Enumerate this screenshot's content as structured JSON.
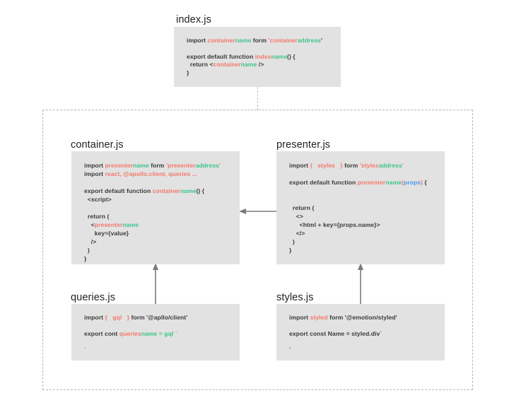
{
  "diagram": {
    "type": "architecture-flow",
    "background": "#ffffff",
    "code_block_background": "#e2e2e2",
    "frame_border_color": "#b5b5b5",
    "colors": {
      "keyword_default": "#3b3b3b",
      "identifier_red": "#f4796b",
      "identifier_green": "#3ec48c",
      "identifier_blue": "#4a9bf0",
      "arrow": "#7a7a7a"
    }
  },
  "files": {
    "index": {
      "title": "index.js",
      "lines": [
        [
          {
            "t": "import ",
            "c": "d"
          },
          {
            "t": "container",
            "c": "r"
          },
          {
            "t": "name",
            "c": "g"
          },
          {
            "t": " form ",
            "c": "d"
          },
          {
            "t": "'",
            "c": "r"
          },
          {
            "t": "container",
            "c": "r"
          },
          {
            "t": "address",
            "c": "g"
          },
          {
            "t": "'",
            "c": "d"
          }
        ],
        [],
        [
          {
            "t": "export default function ",
            "c": "d"
          },
          {
            "t": "index",
            "c": "r"
          },
          {
            "t": "name",
            "c": "g"
          },
          {
            "t": "() {",
            "c": "d"
          }
        ],
        [
          {
            "t": "  return <",
            "c": "d"
          },
          {
            "t": "container",
            "c": "r"
          },
          {
            "t": "name",
            "c": "g"
          },
          {
            "t": " />",
            "c": "d"
          }
        ],
        [
          {
            "t": "}",
            "c": "d"
          }
        ]
      ]
    },
    "container": {
      "title": "container.js",
      "lines": [
        [
          {
            "t": "import ",
            "c": "d"
          },
          {
            "t": "presenter",
            "c": "r"
          },
          {
            "t": "name",
            "c": "g"
          },
          {
            "t": " form ",
            "c": "d"
          },
          {
            "t": "'",
            "c": "r"
          },
          {
            "t": "presenter",
            "c": "r"
          },
          {
            "t": "address",
            "c": "g"
          },
          {
            "t": "'",
            "c": "r"
          }
        ],
        [
          {
            "t": "import ",
            "c": "d"
          },
          {
            "t": "react, @apollo.client, queries ...",
            "c": "r"
          }
        ],
        [],
        [
          {
            "t": "export default function ",
            "c": "d"
          },
          {
            "t": "container",
            "c": "r"
          },
          {
            "t": "name",
            "c": "g"
          },
          {
            "t": "() {",
            "c": "d"
          }
        ],
        [
          {
            "t": "  <script>",
            "c": "d"
          }
        ],
        [],
        [
          {
            "t": "  return (",
            "c": "d"
          }
        ],
        [
          {
            "t": "    <",
            "c": "d"
          },
          {
            "t": "presenter",
            "c": "r"
          },
          {
            "t": "name",
            "c": "g"
          }
        ],
        [
          {
            "t": "      key={value}",
            "c": "d"
          }
        ],
        [
          {
            "t": "    />",
            "c": "d"
          }
        ],
        [
          {
            "t": "  )",
            "c": "d"
          }
        ],
        [
          {
            "t": "}",
            "c": "d"
          }
        ]
      ]
    },
    "presenter": {
      "title": "presenter.js",
      "lines": [
        [
          {
            "t": "import ",
            "c": "d"
          },
          {
            "t": "{",
            "c": "r"
          },
          {
            "t": "   ",
            "c": "d"
          },
          {
            "t": "styles",
            "c": "r"
          },
          {
            "t": "   ",
            "c": "d"
          },
          {
            "t": "}",
            "c": "r"
          },
          {
            "t": " form ",
            "c": "d"
          },
          {
            "t": "'",
            "c": "r"
          },
          {
            "t": "styles",
            "c": "r"
          },
          {
            "t": "address",
            "c": "g"
          },
          {
            "t": "'",
            "c": "r"
          }
        ],
        [],
        [
          {
            "t": "export default function ",
            "c": "d"
          },
          {
            "t": "presenter",
            "c": "r"
          },
          {
            "t": "name",
            "c": "g"
          },
          {
            "t": "(",
            "c": "r"
          },
          {
            "t": "props",
            "c": "b"
          },
          {
            "t": ")",
            "c": "r"
          },
          {
            "t": " {",
            "c": "d"
          }
        ],
        [],
        [],
        [
          {
            "t": "  return (",
            "c": "d"
          }
        ],
        [
          {
            "t": "    <>",
            "c": "d"
          }
        ],
        [
          {
            "t": "      <html + key={props.name}>",
            "c": "d"
          }
        ],
        [
          {
            "t": "    </>",
            "c": "d"
          }
        ],
        [
          {
            "t": "  )",
            "c": "d"
          }
        ],
        [
          {
            "t": "}",
            "c": "d"
          }
        ]
      ]
    },
    "queries": {
      "title": "queries.js",
      "lines": [
        [
          {
            "t": "import ",
            "c": "d"
          },
          {
            "t": "{",
            "c": "r"
          },
          {
            "t": "   ",
            "c": "d"
          },
          {
            "t": "gql",
            "c": "r"
          },
          {
            "t": "   ",
            "c": "d"
          },
          {
            "t": "}",
            "c": "r"
          },
          {
            "t": " form '@apllo/client'",
            "c": "d"
          }
        ],
        [],
        [
          {
            "t": "export cont ",
            "c": "d"
          },
          {
            "t": "queries",
            "c": "r"
          },
          {
            "t": "name = gql `",
            "c": "g"
          }
        ],
        [],
        [
          {
            "t": "`",
            "c": "g"
          }
        ]
      ]
    },
    "styles": {
      "title": "styles.js",
      "lines": [
        [
          {
            "t": "import ",
            "c": "d"
          },
          {
            "t": "styled",
            "c": "r"
          },
          {
            "t": " form '@emotion/styled'",
            "c": "d"
          }
        ],
        [],
        [
          {
            "t": "export const Name = styled.div`",
            "c": "d"
          }
        ],
        [],
        [
          {
            "t": "`",
            "c": "d"
          }
        ]
      ]
    }
  },
  "connectors": [
    {
      "name": "index-to-group",
      "style": "dashed",
      "from": "index.js",
      "to": "component-group",
      "direction": "down"
    },
    {
      "name": "presenter-to-container",
      "style": "solid-arrow",
      "from": "presenter.js",
      "to": "container.js",
      "direction": "left"
    },
    {
      "name": "queries-to-container",
      "style": "solid-arrow",
      "from": "queries.js",
      "to": "container.js",
      "direction": "up"
    },
    {
      "name": "styles-to-presenter",
      "style": "solid-arrow",
      "from": "styles.js",
      "to": "presenter.js",
      "direction": "up"
    }
  ]
}
